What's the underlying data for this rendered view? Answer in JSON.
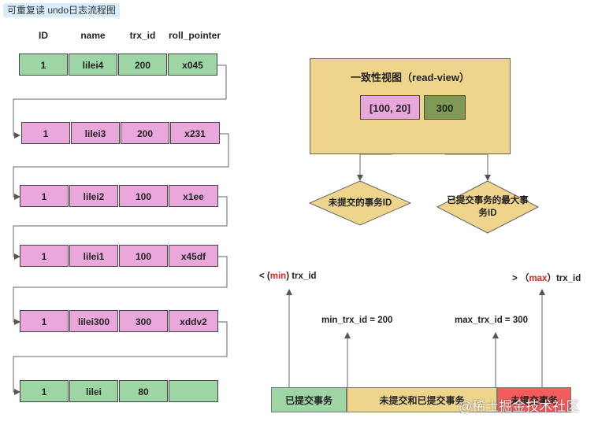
{
  "title": "可重复读 undo日志流程图",
  "headers": [
    "ID",
    "name",
    "trx_id",
    "roll_pointer"
  ],
  "rows": [
    {
      "cells": [
        "1",
        "lilei4",
        "200",
        "x045"
      ],
      "color": "#9ed5a4"
    },
    {
      "cells": [
        "1",
        "lilei3",
        "200",
        "x231"
      ],
      "color": "#eaa7dc"
    },
    {
      "cells": [
        "1",
        "lilei2",
        "100",
        "x1ee"
      ],
      "color": "#eaa7dc"
    },
    {
      "cells": [
        "1",
        "lilei1",
        "100",
        "x45df"
      ],
      "color": "#eaa7dc"
    },
    {
      "cells": [
        "1",
        "lilei300",
        "300",
        "xddv2"
      ],
      "color": "#eaa7dc"
    },
    {
      "cells": [
        "1",
        "lilei",
        "80",
        ""
      ],
      "color": "#9ed5a4"
    }
  ],
  "read_view": {
    "title": "一致性视图（read-view）",
    "ids": "[100, 20]",
    "max": "300"
  },
  "diamonds": {
    "left": "未提交的事务ID",
    "right_line1": "已提交事务的最大事",
    "right_line2": "务ID"
  },
  "bounds": {
    "min_prefix": "< (",
    "min_word": "min",
    "min_suffix": ") trx_id",
    "max_prefix": "> （",
    "max_word": "max",
    "max_suffix": "）trx_id",
    "min_val": "min_trx_id = 200",
    "max_val": "max_trx_id = 300"
  },
  "segments": {
    "committed": "已提交事务",
    "mixed": "未提交和已提交事务",
    "uncommitted": "未提交事务"
  },
  "segment_colors": {
    "committed": "#9ed5a4",
    "mixed": "#efd58c",
    "uncommitted": "#f25c5c"
  },
  "watermark": "@稀土掘金技术社区"
}
